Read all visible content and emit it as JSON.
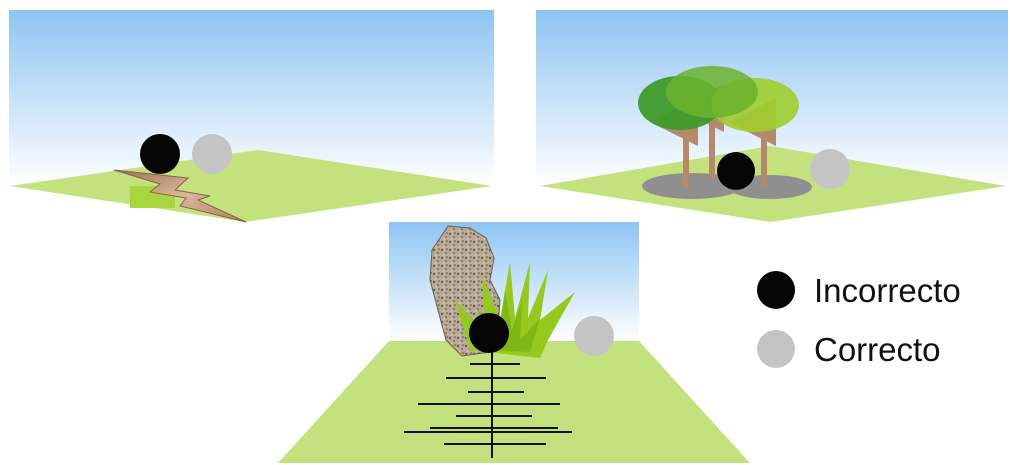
{
  "legend": {
    "items": [
      {
        "label": "Incorrecto",
        "color": "#050505",
        "icon": "black-circle-icon"
      },
      {
        "label": "Correcto",
        "color": "#c4c4c4",
        "icon": "gray-circle-icon"
      }
    ]
  },
  "colors": {
    "sky_top": "#8ec4f3",
    "sky_bottom": "#ffffff",
    "ground": "#c3e27e",
    "ground_light": "#d8eda5",
    "incorrect_marker": "#050505",
    "correct_marker": "#c4c4c4",
    "tree_dark": "#3f9a2a",
    "tree_mid": "#6bb32e",
    "tree_light": "#9fce2c",
    "trunk": "#b58a6c",
    "shadow": "#8f8f8f",
    "rock": "#b8aa96",
    "grass": "#95c91f",
    "crack": "#c8a487",
    "ruler": "#111111"
  },
  "panels": [
    {
      "id": "panel-fault",
      "description_icon": "ground-crack-icon"
    },
    {
      "id": "panel-trees",
      "description_icon": "tree-cluster-icon"
    },
    {
      "id": "panel-rock",
      "description_icon": "rock-and-grass-icon"
    }
  ]
}
